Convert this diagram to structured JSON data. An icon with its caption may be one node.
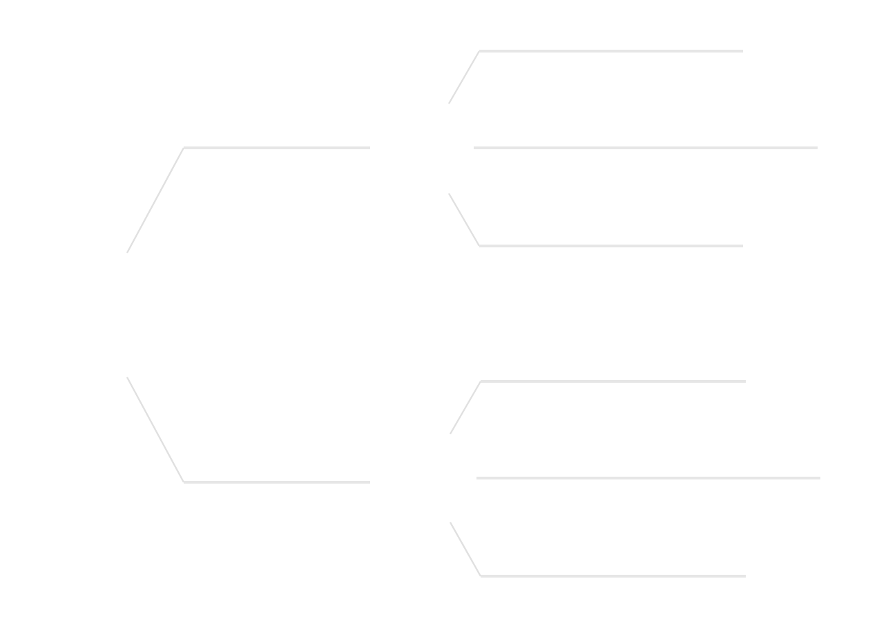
{
  "diagram": {
    "nodes": [
      {
        "text": [],
        "shape": "bar"
      },
      {
        "text": [],
        "shape": "bar"
      },
      {
        "text": [],
        "shape": "bar"
      },
      {
        "text": [],
        "shape": "bar"
      },
      {
        "text": [],
        "shape": "bar"
      },
      {
        "text": [],
        "shape": "bar"
      },
      {
        "text": [],
        "shape": "bar"
      },
      {
        "text": [],
        "shape": "bar"
      }
    ],
    "edges": [
      {
        "from": null,
        "to": 0,
        "arrow": "none"
      },
      {
        "from": null,
        "to": 1,
        "arrow": "none"
      },
      {
        "from": null,
        "to": 2,
        "arrow": "none"
      },
      {
        "from": null,
        "to": 4,
        "arrow": "none"
      },
      {
        "from": null,
        "to": 5,
        "arrow": "none"
      },
      {
        "from": null,
        "to": 7,
        "arrow": "none"
      }
    ]
  }
}
